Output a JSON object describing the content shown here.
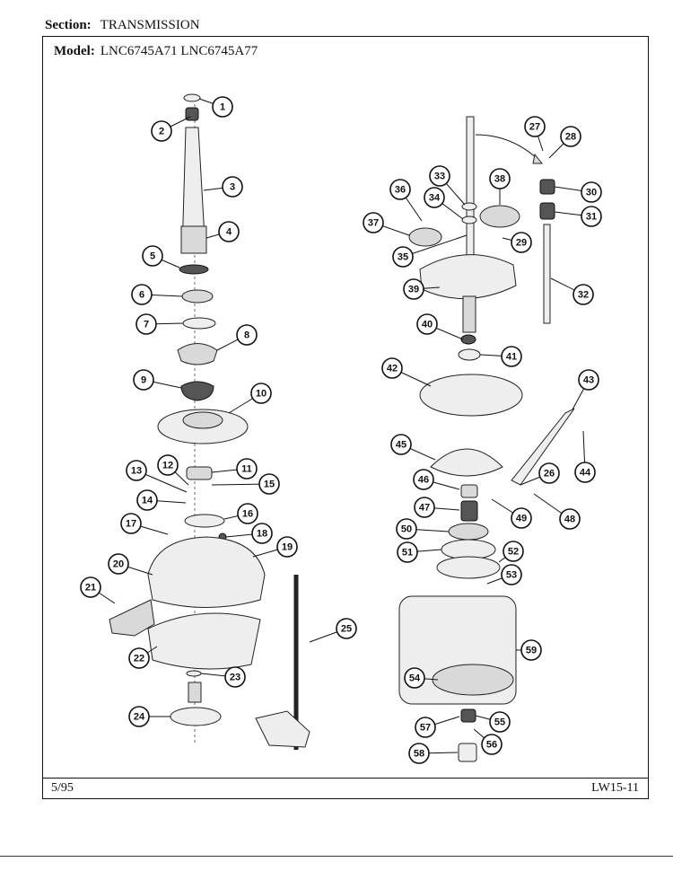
{
  "header": {
    "section_label": "Section:",
    "section_value": "TRANSMISSION",
    "model_label": "Model:",
    "model_value": "LNC6745A71  LNC6745A77"
  },
  "footer": {
    "date": "5/95",
    "code": "LW15-11"
  },
  "callouts": [
    {
      "id": "1",
      "label": "1"
    },
    {
      "id": "2",
      "label": "2"
    },
    {
      "id": "3",
      "label": "3"
    },
    {
      "id": "4",
      "label": "4"
    },
    {
      "id": "5",
      "label": "5"
    },
    {
      "id": "6",
      "label": "6"
    },
    {
      "id": "7",
      "label": "7"
    },
    {
      "id": "8",
      "label": "8"
    },
    {
      "id": "9",
      "label": "9"
    },
    {
      "id": "10",
      "label": "10"
    },
    {
      "id": "11",
      "label": "11"
    },
    {
      "id": "12",
      "label": "12"
    },
    {
      "id": "13",
      "label": "13"
    },
    {
      "id": "14",
      "label": "14"
    },
    {
      "id": "15",
      "label": "15"
    },
    {
      "id": "16",
      "label": "16"
    },
    {
      "id": "17",
      "label": "17"
    },
    {
      "id": "18",
      "label": "18"
    },
    {
      "id": "19",
      "label": "19"
    },
    {
      "id": "20",
      "label": "20"
    },
    {
      "id": "21",
      "label": "21"
    },
    {
      "id": "22",
      "label": "22"
    },
    {
      "id": "23",
      "label": "23"
    },
    {
      "id": "24",
      "label": "24"
    },
    {
      "id": "25",
      "label": "25"
    },
    {
      "id": "26",
      "label": "26"
    },
    {
      "id": "27",
      "label": "27"
    },
    {
      "id": "28",
      "label": "28"
    },
    {
      "id": "29",
      "label": "29"
    },
    {
      "id": "30",
      "label": "30"
    },
    {
      "id": "31",
      "label": "31"
    },
    {
      "id": "32",
      "label": "32"
    },
    {
      "id": "33",
      "label": "33"
    },
    {
      "id": "34",
      "label": "34"
    },
    {
      "id": "35",
      "label": "35"
    },
    {
      "id": "36",
      "label": "36"
    },
    {
      "id": "37",
      "label": "37"
    },
    {
      "id": "38",
      "label": "38"
    },
    {
      "id": "39",
      "label": "39"
    },
    {
      "id": "40",
      "label": "40"
    },
    {
      "id": "41",
      "label": "41"
    },
    {
      "id": "42",
      "label": "42"
    },
    {
      "id": "43",
      "label": "43"
    },
    {
      "id": "44",
      "label": "44"
    },
    {
      "id": "45",
      "label": "45"
    },
    {
      "id": "46",
      "label": "46"
    },
    {
      "id": "47",
      "label": "47"
    },
    {
      "id": "48",
      "label": "48"
    },
    {
      "id": "49",
      "label": "49"
    },
    {
      "id": "50",
      "label": "50"
    },
    {
      "id": "51",
      "label": "51"
    },
    {
      "id": "52",
      "label": "52"
    },
    {
      "id": "53",
      "label": "53"
    },
    {
      "id": "54",
      "label": "54"
    },
    {
      "id": "55",
      "label": "55"
    },
    {
      "id": "56",
      "label": "56"
    },
    {
      "id": "57",
      "label": "57"
    },
    {
      "id": "58",
      "label": "58"
    },
    {
      "id": "59",
      "label": "59"
    }
  ]
}
